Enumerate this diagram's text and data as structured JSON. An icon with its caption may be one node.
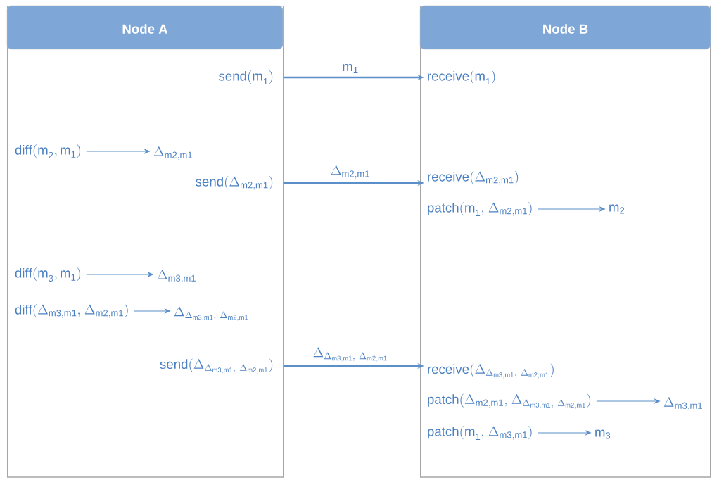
{
  "diagram": {
    "nodes": [
      {
        "text": [
          "Node A"
        ]
      },
      {
        "text": [
          "Node B"
        ]
      },
      {
        "text": [
          "\\mathsf{send(m}_{\\mathsf{1}}\\mathsf{)}"
        ],
        "in": 0
      },
      {
        "text": [
          "\\mathsf{receive(m}_{\\mathsf{1}}\\mathsf{)}"
        ],
        "in": 1
      },
      {
        "text": [
          "\\mathsf{diff(m}_{\\mathsf{2}}\\mathsf{,m}_{\\mathsf{1}}\\mathsf{)}"
        ],
        "in": 0
      },
      {
        "text": [
          "\\Delta_{\\mathsf{m2,m1}}"
        ],
        "in": 0
      },
      {
        "text": [
          "\\mathsf{send(}\\Delta_{\\mathsf{m2,m1}}\\mathsf{)}"
        ],
        "in": 0
      },
      {
        "text": [
          "\\mathsf{receive(}\\Delta_{\\mathsf{m2,m1}}\\mathsf{)}"
        ],
        "in": 1
      },
      {
        "text": [
          "\\mathsf{patch(m}_{\\mathsf{1}}\\mathsf{,\\ }\\Delta_{\\mathsf{m2,m1}}\\mathsf{)}"
        ],
        "in": 1
      },
      {
        "text": [
          "\\mathsf{m}_{\\mathsf{2}}"
        ],
        "in": 1
      },
      {
        "text": [
          "\\mathsf{diff(m}_{\\mathsf{3}}\\mathsf{,m}_{\\mathsf{1}}\\mathsf{)}"
        ],
        "in": 0
      },
      {
        "text": [
          "\\Delta_{\\mathsf{m3,m1}}"
        ],
        "in": 0
      },
      {
        "text": [
          "\\mathsf{diff(}\\Delta_{\\mathsf{m3,m1}}\\mathsf{,\\ }\\Delta_{\\mathsf{m2,m1}}\\mathsf{)}"
        ],
        "in": 0
      },
      {
        "text": [
          "\\Delta_{\\Delta_{\\mathsf{m3,m1}}\\mathsf{,\\ }\\Delta_{\\mathsf{m2,m1}}}"
        ],
        "in": 0
      },
      {
        "text": [
          "\\mathsf{send(}\\Delta_{\\Delta_{\\mathsf{m3,m1}}\\mathsf{,\\ }\\Delta_{\\mathsf{m2,m1}}}\\mathsf{)}"
        ],
        "in": 0
      },
      {
        "text": [
          "\\mathsf{receive(}\\Delta_{\\Delta_{\\mathsf{m3,m1}}\\mathsf{,\\ }\\Delta_{\\mathsf{m2,m1}}}\\mathsf{)}"
        ],
        "in": 1
      },
      {
        "text": [
          "\\mathsf{patch(}\\Delta_{\\mathsf{m2,m1}}\\mathsf{,\\ }\\Delta_{\\Delta_{\\mathsf{m3,m1}}\\mathsf{,\\ }\\Delta_{\\mathsf{m2,m1}}}\\mathsf{)}"
        ],
        "in": 1
      },
      {
        "text": [
          "\\Delta_{\\mathsf{m3,m1}}"
        ],
        "in": 1
      },
      {
        "text": [
          "\\mathsf{patch(m}_{\\mathsf{1}}\\mathsf{,\\ }\\Delta_{\\mathsf{m3,m1}}\\mathsf{)}"
        ],
        "in": 1
      },
      {
        "text": [
          "\\mathsf{m}_{\\mathsf{3}}"
        ],
        "in": 1
      }
    ],
    "edges": [
      {
        "from": 2,
        "to": 3,
        "arrow": "to",
        "style": "thick",
        "label": "\\mathsf{m}_{\\mathsf{1}}"
      },
      {
        "from": 4,
        "to": 5,
        "arrow": "to"
      },
      {
        "from": 6,
        "to": 7,
        "arrow": "to",
        "style": "thick",
        "label": "\\Delta_{\\mathsf{m2,m1}}"
      },
      {
        "from": 8,
        "to": 9,
        "arrow": "to"
      },
      {
        "from": 10,
        "to": 11,
        "arrow": "to"
      },
      {
        "from": 12,
        "to": 13,
        "arrow": "to"
      },
      {
        "from": 14,
        "to": 15,
        "arrow": "to",
        "style": "thick",
        "label": "\\Delta_{\\Delta_{\\mathsf{m3,m1}}\\mathsf{,\\ }\\Delta_{\\mathsf{m2,m1}}}"
      },
      {
        "from": 16,
        "to": 17,
        "arrow": "to"
      },
      {
        "from": 18,
        "to": 19,
        "arrow": "to"
      }
    ]
  }
}
